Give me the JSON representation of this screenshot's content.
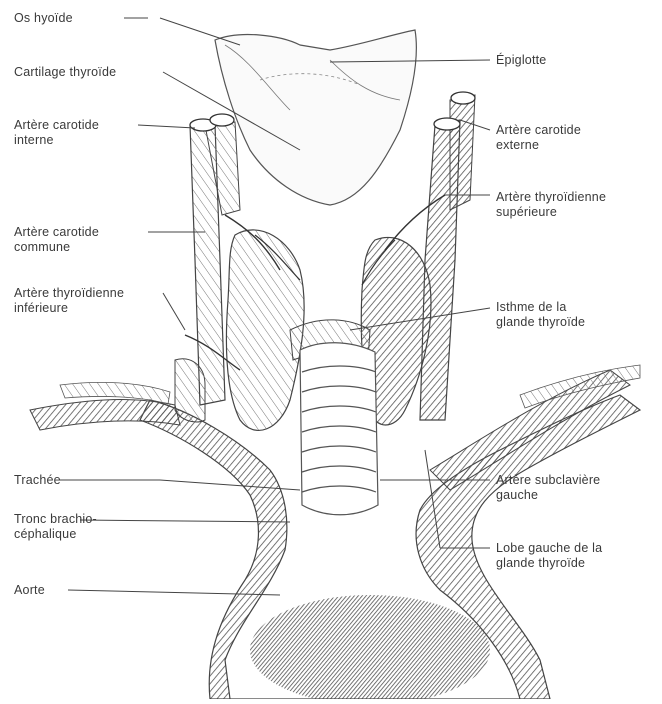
{
  "figure": {
    "ink_color": "#3a3a3a",
    "hatch_color": "#555555",
    "labels": {
      "os_hyoide": "Os hyoïde",
      "cartilage_thyroide": "Cartilage thyroïde",
      "carotide_interne": "Artère carotide\ninterne",
      "carotide_commune": "Artère carotide\ncommune",
      "thyroidienne_inferieure": "Artère thyroïdienne\ninférieure",
      "trachee": "Trachée",
      "tronc_brachio": "Tronc brachio-\ncéphalique",
      "aorte": "Aorte",
      "epiglotte": "Épiglotte",
      "carotide_externe": "Artère carotide\nexterne",
      "thyroidienne_superieure": "Artère thyroïdienne\nsupérieure",
      "isthme": "Isthme de la\nglande thyroïde",
      "sous_claviere": "Artère subclavière\ngauche",
      "lobe_gauche": "Lobe gauche de la\nglande thyroïde"
    }
  }
}
